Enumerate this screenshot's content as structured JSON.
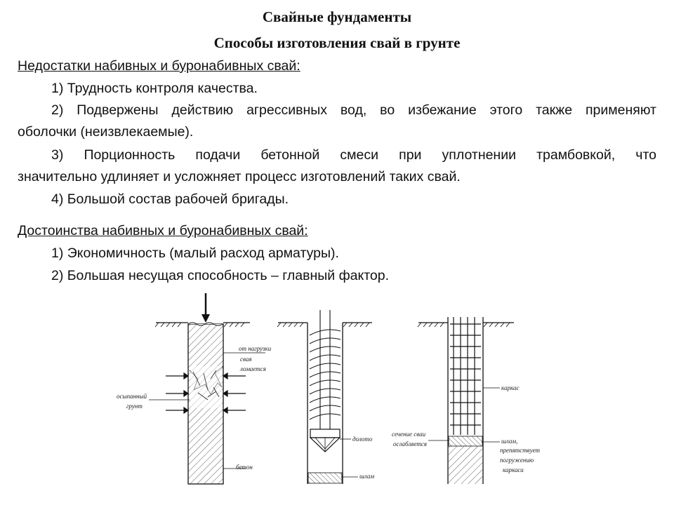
{
  "title": "Свайные фундаменты",
  "subtitle": "Способы изготовления свай в грунте",
  "drawbacks": {
    "heading": "Недостатки набивных и буронабивных свай:",
    "items": [
      "1) Трудность контроля качества.",
      "2) Подвержены действию агрессивных вод, во избежание этого также применяют",
      "оболочки (неизвлекаемые).",
      "3) Порционность подачи бетонной смеси при уплотнении трамбовкой, что",
      "значительно удлиняет и усложняет процесс изготовлений таких свай.",
      "4) Большой состав рабочей бригады."
    ]
  },
  "advantages": {
    "heading": "Достоинства набивных и буронабивных свай:",
    "items": [
      "1) Экономичность (малый расход арматуры).",
      "2) Большая несущая способность – главный фактор."
    ]
  },
  "figure": {
    "labels": {
      "load": "от нагрузки",
      "crumbles1": "свая",
      "crumbles2": "ломается",
      "soil1": "осыпанный",
      "soil2": "грунт",
      "concrete": "бетон",
      "bit": "долото",
      "sludge": "шлам",
      "section1": "сечение сваи",
      "section2": "ослабляется",
      "cage": "каркас",
      "sludge2": "шлам,",
      "prevents": "препятствует",
      "immersion": "погружению",
      "cage2": "каркаса"
    }
  }
}
